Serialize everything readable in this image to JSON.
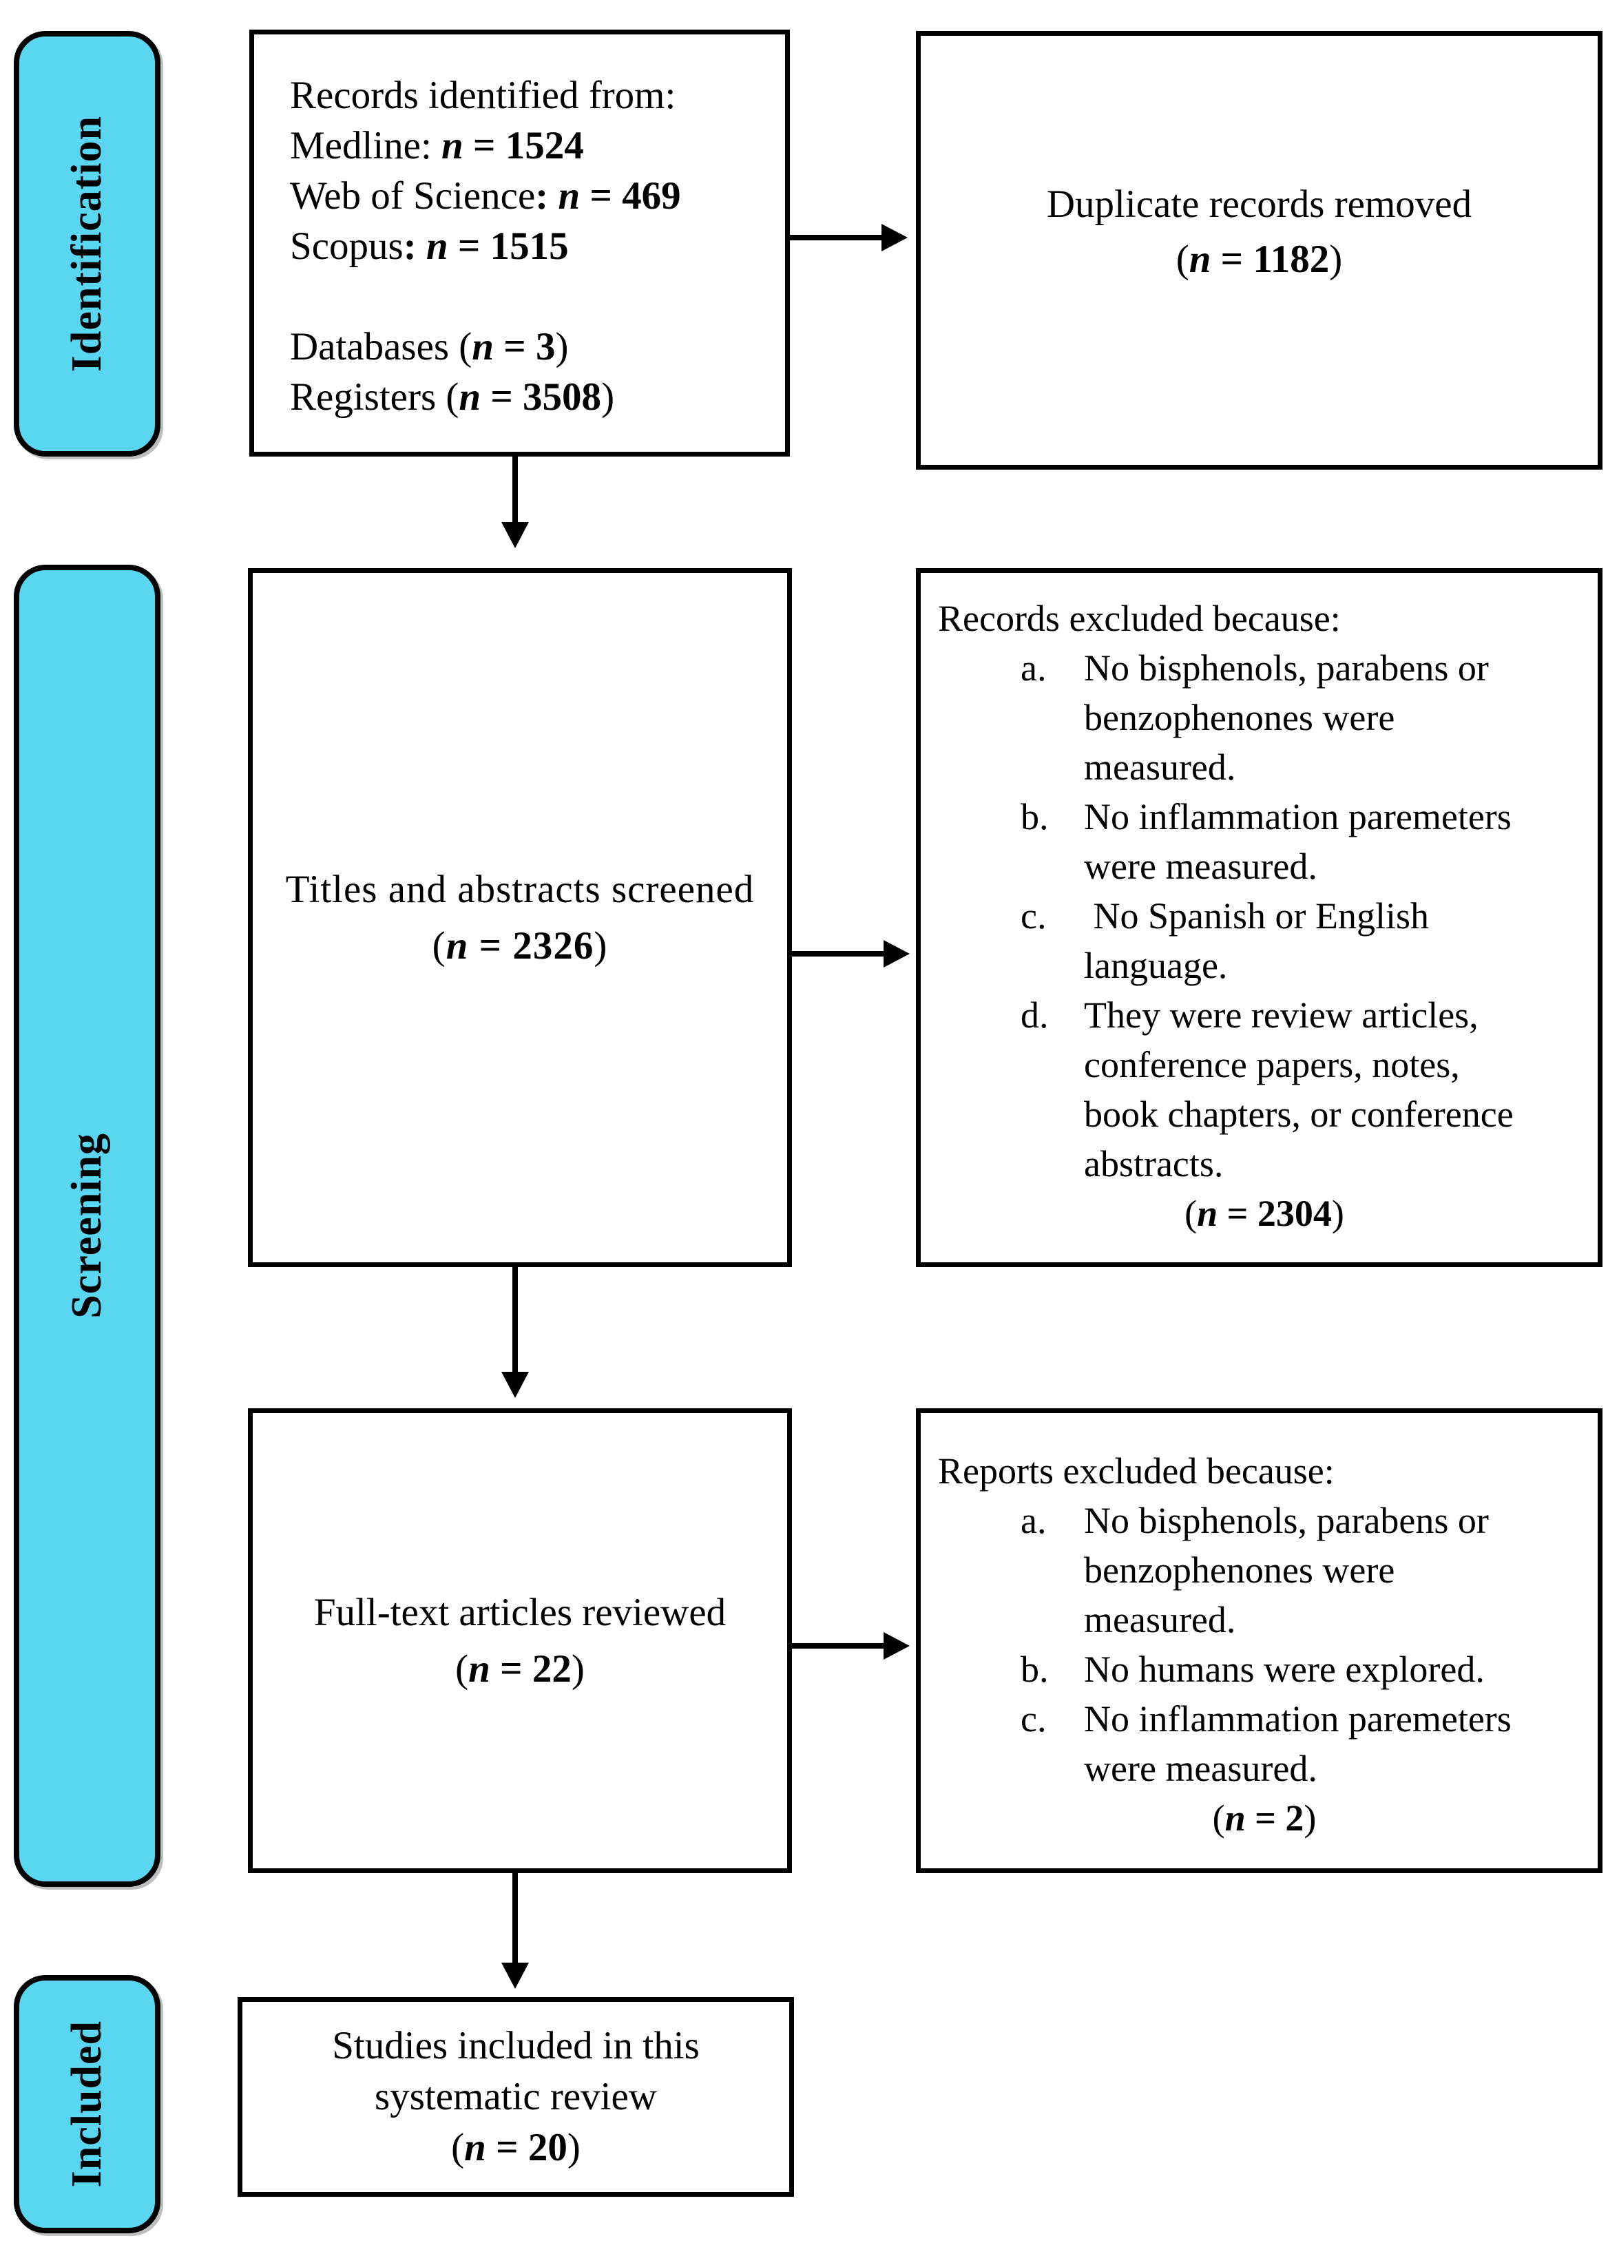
{
  "palette": {
    "tab_fill": "#5ad6f0",
    "line_color": "#000000",
    "box_background": "#ffffff"
  },
  "sidebar": {
    "identification": "Identification",
    "screening": "Screening",
    "included": "Included"
  },
  "flow": {
    "identified": {
      "lines": [
        [
          [
            "Records identified from:",
            "r"
          ]
        ],
        [
          [
            "Medline: ",
            "r"
          ],
          [
            "n",
            "bi"
          ],
          [
            " = 1524",
            "b"
          ]
        ],
        [
          [
            "Web of Science",
            "r"
          ],
          [
            ": ",
            "b"
          ],
          [
            "n",
            "bi"
          ],
          [
            " = 469",
            "b"
          ]
        ],
        [
          [
            "Scopus",
            "r"
          ],
          [
            ": ",
            "b"
          ],
          [
            "n",
            "bi"
          ],
          [
            " = 1515",
            "b"
          ]
        ],
        [],
        [
          [
            "Databases (",
            "r"
          ],
          [
            "n",
            "bi"
          ],
          [
            " = 3",
            "b"
          ],
          [
            ")",
            "r"
          ]
        ],
        [
          [
            "Registers (",
            "r"
          ],
          [
            "n",
            "bi"
          ],
          [
            " = 3508",
            "b"
          ],
          [
            ")",
            "r"
          ]
        ]
      ]
    },
    "duplicates": {
      "lines": [
        [
          [
            "Duplicate records removed",
            "r"
          ]
        ],
        [
          [
            "(",
            "r"
          ],
          [
            "n",
            "bi"
          ],
          [
            " = 1182",
            "b"
          ],
          [
            ")",
            "r"
          ]
        ]
      ]
    },
    "screened": {
      "lines": [
        [
          [
            "Titles and abstracts screened",
            "r"
          ]
        ],
        [
          [
            "(",
            "r"
          ],
          [
            "n",
            "bi"
          ],
          [
            " = 2326",
            "b"
          ],
          [
            ")",
            "r"
          ]
        ]
      ]
    },
    "records_excluded": {
      "header": "Records excluded because:",
      "items": [
        {
          "marker": "a.",
          "lines": [
            "No bisphenols, parabens or",
            "benzophenones were",
            "measured."
          ]
        },
        {
          "marker": "b.",
          "lines": [
            "No inflammation paremeters",
            "were measured."
          ]
        },
        {
          "marker": "c.",
          "lines": [
            " No Spanish or English",
            "language."
          ]
        },
        {
          "marker": "d.",
          "lines": [
            "They were review articles,",
            "conference papers, notes,",
            "book chapters, or conference",
            "abstracts."
          ]
        }
      ],
      "n_line": [
        [
          [
            "(",
            "r"
          ],
          [
            "n",
            "bi"
          ],
          [
            " = 2304",
            "b"
          ],
          [
            ")",
            "r"
          ]
        ]
      ]
    },
    "fulltext": {
      "lines": [
        [
          [
            "Full-text articles reviewed",
            "r"
          ]
        ],
        [
          [
            "(",
            "r"
          ],
          [
            "n",
            "bi"
          ],
          [
            " = 22",
            "b"
          ],
          [
            ")",
            "r"
          ]
        ]
      ]
    },
    "reports_excluded": {
      "header": "Reports excluded because:",
      "items": [
        {
          "marker": "a.",
          "lines": [
            "No bisphenols, parabens or",
            "benzophenones were",
            "measured."
          ]
        },
        {
          "marker": "b.",
          "lines": [
            "No humans were explored."
          ]
        },
        {
          "marker": "c.",
          "lines": [
            "No inflammation paremeters",
            "were measured."
          ]
        }
      ],
      "n_line": [
        [
          [
            "(",
            "r"
          ],
          [
            "n",
            "bi"
          ],
          [
            " = 2",
            "b"
          ],
          [
            ")",
            "r"
          ]
        ]
      ]
    },
    "included_studies": {
      "lines": [
        [
          [
            "Studies included in this",
            "r"
          ]
        ],
        [
          [
            "systematic review",
            "r"
          ]
        ],
        [
          [
            "(",
            "r"
          ],
          [
            "n",
            "bi"
          ],
          [
            " = 20",
            "b"
          ],
          [
            ")",
            "r"
          ]
        ]
      ]
    }
  }
}
